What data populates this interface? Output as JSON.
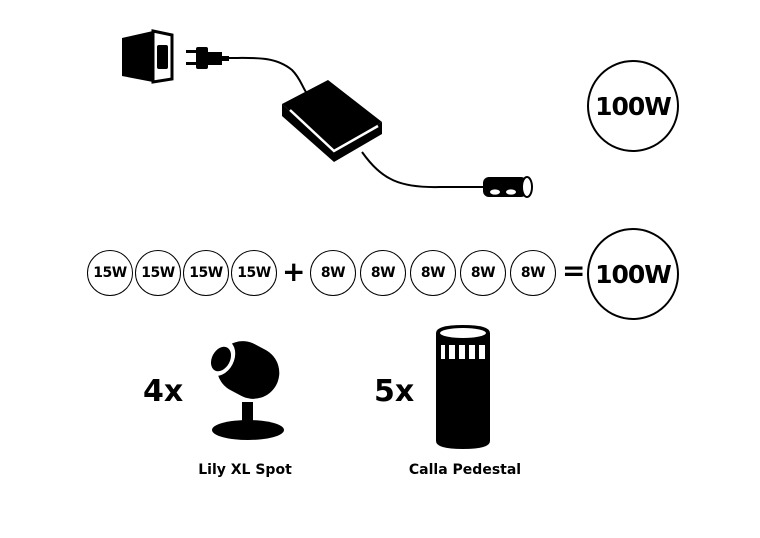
{
  "power_supply": {
    "label": "100W",
    "icons": [
      "wall-socket-icon",
      "plug-icon",
      "power-adapter-icon",
      "connector-hub-icon"
    ]
  },
  "equation": {
    "terms_a": [
      "15W",
      "15W",
      "15W",
      "15W"
    ],
    "plus": "+",
    "terms_b": [
      "8W",
      "8W",
      "8W",
      "8W",
      "8W"
    ],
    "equals": "=",
    "total": "100W"
  },
  "products": [
    {
      "quantity": "4x",
      "name": "Lily XL Spot",
      "icon": "spot-light-icon"
    },
    {
      "quantity": "5x",
      "name": "Calla Pedestal",
      "icon": "pedestal-light-icon"
    }
  ]
}
